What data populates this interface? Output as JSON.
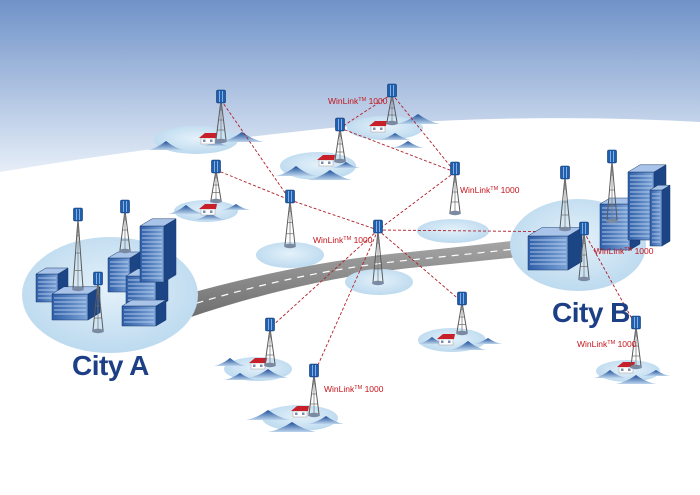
{
  "cities": [
    {
      "key": "a",
      "label": "City A"
    },
    {
      "key": "b",
      "label": "City B"
    }
  ],
  "winlink_labels": [
    {
      "id": "top",
      "name": "WinLink",
      "tm": "TM",
      "model": "1000"
    },
    {
      "id": "mid",
      "name": "WinLink",
      "tm": "TM",
      "model": "1000"
    },
    {
      "id": "center",
      "name": "WinLink",
      "tm": "TM",
      "model": "1000"
    },
    {
      "id": "cityb",
      "name": "WinLink",
      "tm": "TM",
      "model": "1000"
    },
    {
      "id": "south",
      "name": "WinLink",
      "tm": "TM",
      "model": "1000"
    },
    {
      "id": "east",
      "name": "WinLink",
      "tm": "TM",
      "model": "1000"
    }
  ],
  "colors": {
    "sky_top": "#6f92c8",
    "sky_bottom": "#e6eef8",
    "site_disc": "#c9e3f3",
    "link_line": "#b0202a",
    "label_red": "#c4151c",
    "city_text": "#1d3f86",
    "road": "#8c8c8c"
  },
  "icons": [
    "antenna-tower-icon",
    "house-icon",
    "office-building-icon",
    "hill-icon",
    "road"
  ]
}
